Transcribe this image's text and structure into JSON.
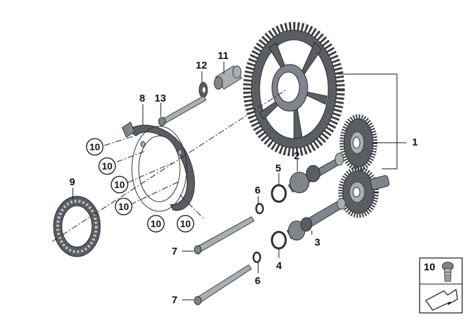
{
  "callouts": {
    "c1": "1",
    "c2": "2",
    "c3": "3",
    "c4": "4",
    "c5": "5",
    "c6a": "6",
    "c6b": "6",
    "c7a": "7",
    "c7b": "7",
    "c8": "8",
    "c9": "9",
    "c11": "11",
    "c12": "12",
    "c13": "13",
    "c10a": "10",
    "c10b": "10",
    "c10c": "10",
    "c10d": "10",
    "c10e": "10",
    "c10f": "10"
  },
  "legend": {
    "label": "10"
  },
  "colors": {
    "part_dark": "#5a5e63",
    "part_mid": "#80858b",
    "ink": "#111111"
  }
}
